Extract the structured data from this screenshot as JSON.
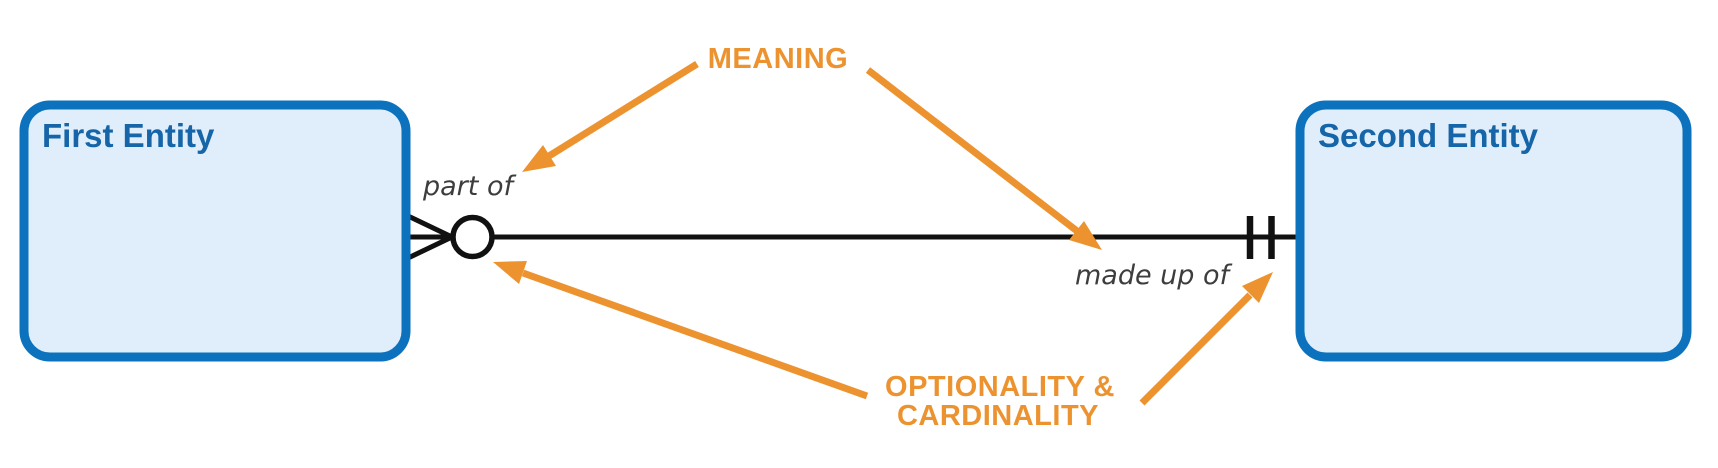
{
  "entities": [
    {
      "label": "First Entity"
    },
    {
      "label": "Second Entity"
    }
  ],
  "relationship": {
    "left_label": "part of",
    "right_label": "made up of",
    "left_notation_icon": "crow-foot-zero-or-many-icon",
    "right_notation_icon": "double-tick-one-and-only-one-icon"
  },
  "annotations": {
    "meaning": "MEANING",
    "optionality_line1": "OPTIONALITY &",
    "optionality_line2": "CARDINALITY"
  },
  "colors": {
    "entity_fill": "#dfeefa",
    "entity_border": "#0d72bd",
    "entity_title": "#1565a8",
    "line": "#111111",
    "relationship_label": "#3d3d3d",
    "annotation": "#ec9330",
    "background": "#ffffff"
  }
}
